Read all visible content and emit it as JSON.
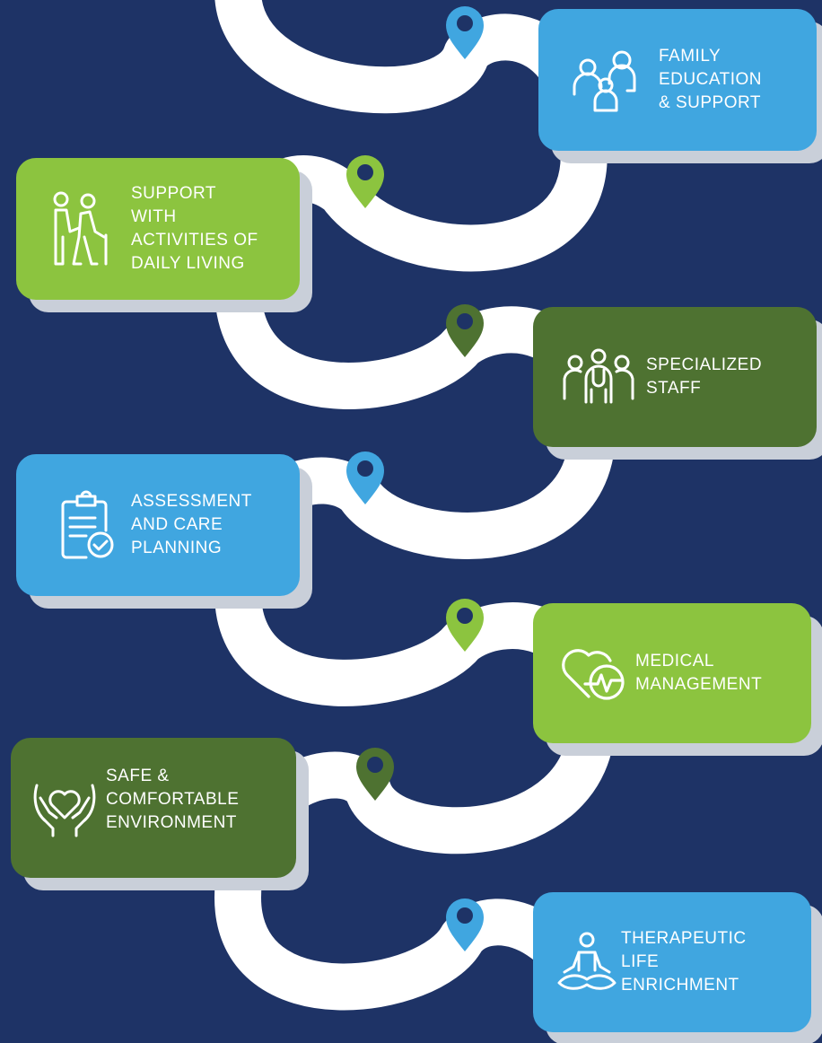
{
  "colors": {
    "background": "#1e3366",
    "road": "#ffffff",
    "card_shadow": "#c9cfd9",
    "blue": "#40a6e0",
    "light_green": "#8cc43f",
    "dark_green": "#4e7231"
  },
  "steps": [
    {
      "id": "family",
      "label": "FAMILY\nEDUCATION\n& SUPPORT",
      "color": "#40a6e0",
      "pin_color": "#40a6e0",
      "icon": "family-icon"
    },
    {
      "id": "adl",
      "label": "SUPPORT\nWITH\nACTIVITIES OF\nDAILY LIVING",
      "color": "#8cc43f",
      "pin_color": "#8cc43f",
      "icon": "walking-assist-icon"
    },
    {
      "id": "staff",
      "label": "SPECIALIZED\nSTAFF",
      "color": "#4e7231",
      "pin_color": "#4e7231",
      "icon": "medical-staff-icon"
    },
    {
      "id": "assessment",
      "label": "ASSESSMENT\nAND CARE\nPLANNING",
      "color": "#40a6e0",
      "pin_color": "#40a6e0",
      "icon": "clipboard-check-icon"
    },
    {
      "id": "medical",
      "label": "MEDICAL\nMANAGEMENT",
      "color": "#8cc43f",
      "pin_color": "#8cc43f",
      "icon": "heart-pulse-icon"
    },
    {
      "id": "environment",
      "label": "SAFE &\nCOMFORTABLE\nENVIRONMENT",
      "color": "#4e7231",
      "pin_color": "#4e7231",
      "icon": "hands-heart-icon"
    },
    {
      "id": "therapeutic",
      "label": "THERAPEUTIC\nLIFE\nENRICHMENT",
      "color": "#40a6e0",
      "pin_color": "#40a6e0",
      "icon": "meditation-icon"
    }
  ]
}
